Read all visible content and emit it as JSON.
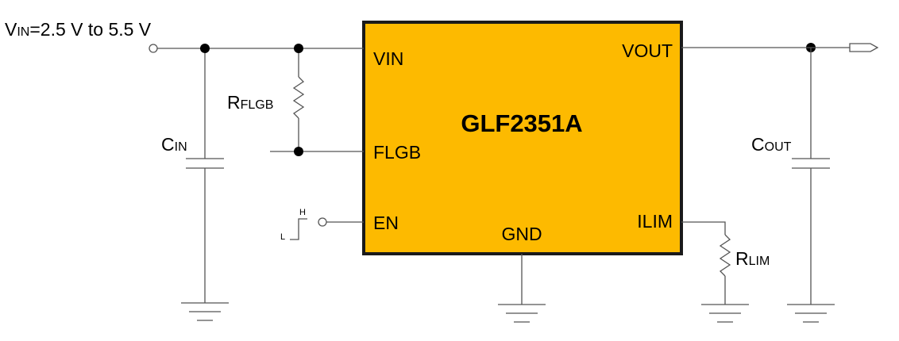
{
  "colors": {
    "chip_fill": "#FDBA00",
    "chip_border": "#1a1a1a",
    "wire": "#555555"
  },
  "chip": {
    "name": "GLF2351A",
    "pins": {
      "vin": "VIN",
      "vout": "VOUT",
      "flgb": "FLGB",
      "en": "EN",
      "gnd": "GND",
      "ilim": "ILIM"
    }
  },
  "supply": {
    "v": "V",
    "sub": "IN",
    "range": "=2.5 V to 5.5 V"
  },
  "components": {
    "rflgb": {
      "main": "R",
      "sub": "FLGB"
    },
    "cin": {
      "main": "C",
      "sub": "IN"
    },
    "cout": {
      "main": "C",
      "sub": "OUT"
    },
    "rlim": {
      "main": "R",
      "sub": "LIM"
    }
  },
  "enable_signal": {
    "high": "H",
    "low": "L"
  }
}
